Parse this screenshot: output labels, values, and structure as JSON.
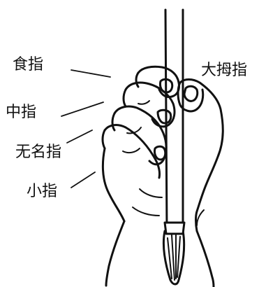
{
  "labels": {
    "index": "食指",
    "middle": "中指",
    "ring": "无名指",
    "little": "小指",
    "thumb": "大拇指"
  },
  "colors": {
    "ink": "#111111",
    "background": "#ffffff"
  }
}
